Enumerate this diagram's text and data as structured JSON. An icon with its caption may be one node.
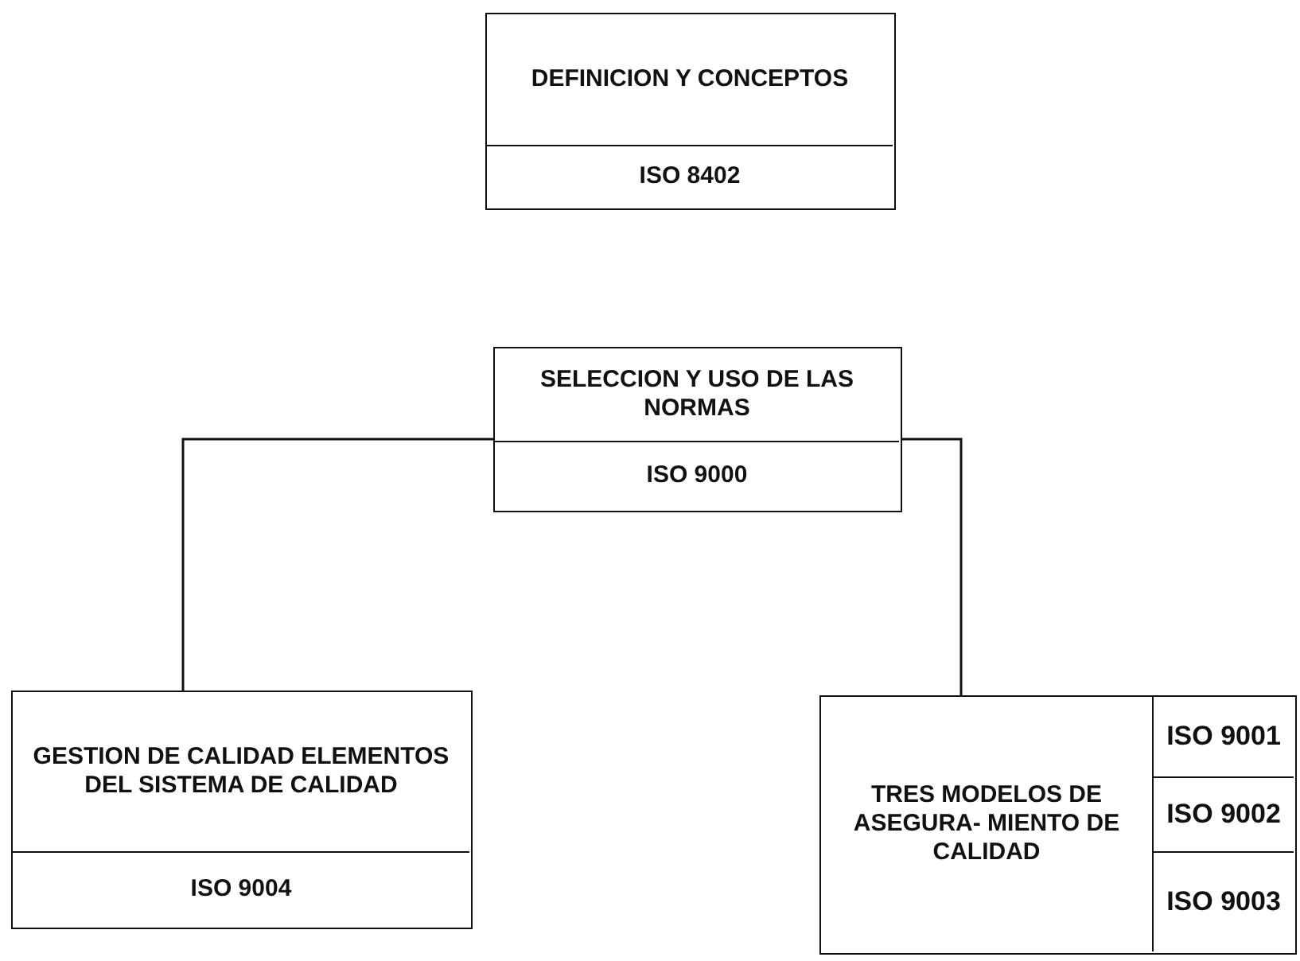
{
  "diagram": {
    "nodes": [
      {
        "text": [
          "DEFINICION Y CONCEPTOS",
          "ISO 8402"
        ]
      },
      {
        "text": [
          "SELECCION Y USO DE LAS NORMAS",
          "ISO 9000"
        ]
      },
      {
        "text": [
          "GESTION DE CALIDAD ELEMENTOS DEL SISTEMA DE CALIDAD",
          "ISO 9004"
        ]
      },
      {
        "text": [
          "TRES MODELOS DE ASEGURA- MIENTO DE CALIDAD",
          "ISO 9001",
          "ISO 9002",
          "ISO 9003"
        ]
      }
    ],
    "edges": [
      {
        "from": 1,
        "to": 2,
        "arrow": "none"
      },
      {
        "from": 1,
        "to": 3,
        "arrow": "none"
      }
    ]
  }
}
